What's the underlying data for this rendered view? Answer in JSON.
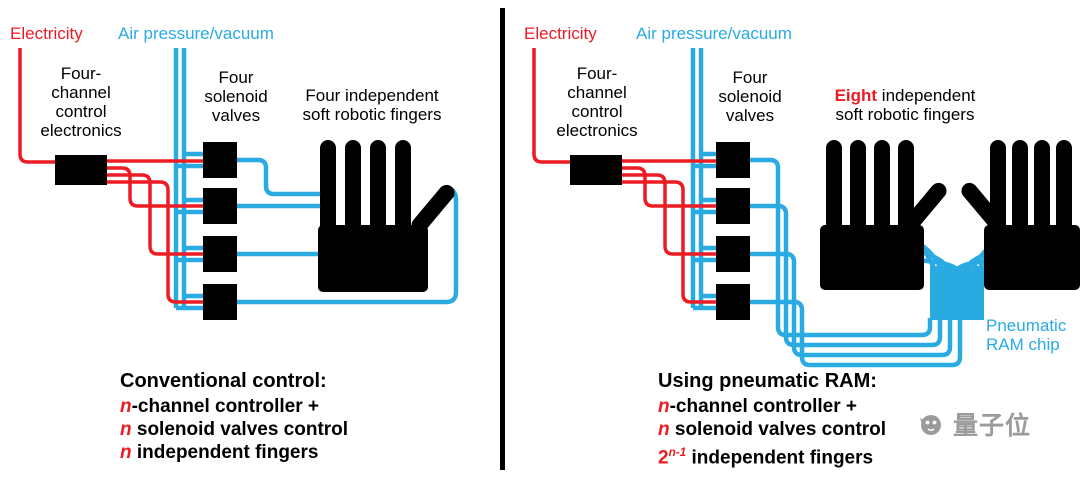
{
  "left": {
    "electricity": "Electricity",
    "air": "Air pressure/vacuum",
    "controller": [
      "Four-",
      "channel",
      "control",
      "electronics"
    ],
    "valves": [
      "Four",
      "solenoid",
      "valves"
    ],
    "fingers": {
      "line1": "Four independent",
      "line2": "soft robotic fingers"
    },
    "caption": {
      "title": "Conventional control:",
      "l2_var": "n",
      "l2_rest": "-channel controller +",
      "l3_var": "n",
      "l3_rest": " solenoid valves control",
      "l4_var": "n",
      "l4_rest": " independent fingers"
    }
  },
  "right": {
    "electricity": "Electricity",
    "air": "Air pressure/vacuum",
    "controller": [
      "Four-",
      "channel",
      "control",
      "electronics"
    ],
    "valves": [
      "Four",
      "solenoid",
      "valves"
    ],
    "fingers": {
      "highlight": "Eight",
      "line1_rest": " independent",
      "line2": "soft robotic fingers"
    },
    "ram": {
      "line1": "Pneumatic",
      "line2": "RAM chip"
    },
    "caption": {
      "title": "Using pneumatic RAM:",
      "l2_var": "n",
      "l2_rest": "-channel controller +",
      "l3_var": "n",
      "l3_rest": " solenoid valves control",
      "l4_base": "2",
      "l4_sup": "n-1",
      "l4_rest": " independent fingers"
    }
  },
  "watermark": {
    "text": "量子位"
  },
  "colors": {
    "red": "#ED1C24",
    "cyan": "#29ABE2",
    "black": "#000000",
    "gray": "#9B9B9B"
  }
}
